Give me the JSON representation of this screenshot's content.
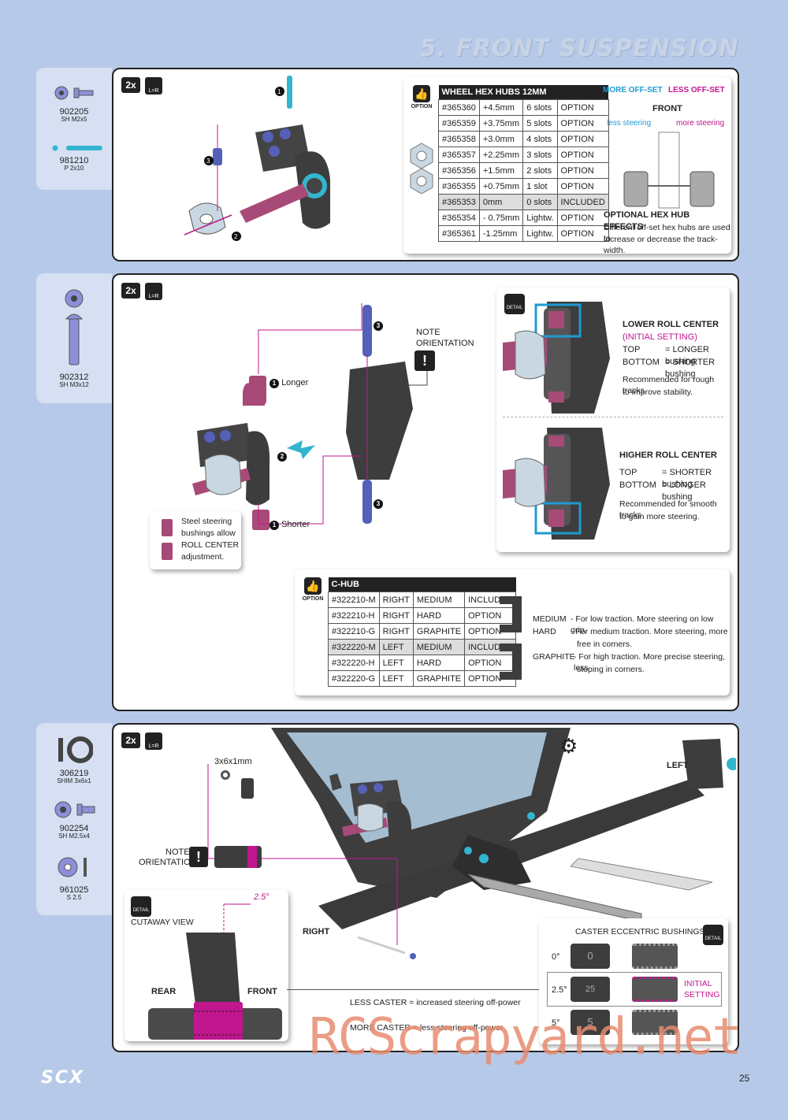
{
  "page_title": "5. FRONT SUSPENSION",
  "page_number": "25",
  "footer_logo": "SCX",
  "watermark": "RCScrapyard.net",
  "step_badge": "2x",
  "lr_badge": "L=R",
  "option_label": "OPTION",
  "detail_label": "DETAIL",
  "sidebar1": [
    {
      "code": "902205",
      "desc": "SH M2x5"
    },
    {
      "code": "981210",
      "desc": "P 2x10"
    }
  ],
  "sidebar2": [
    {
      "code": "902312",
      "desc": "SH M3x12"
    }
  ],
  "sidebar3": [
    {
      "code": "306219",
      "desc": "SHIM 3x6x1"
    },
    {
      "code": "902254",
      "desc": "SH M2.5x4"
    },
    {
      "code": "961025",
      "desc": "S 2.5"
    }
  ],
  "hex_table": {
    "title": "WHEEL HEX HUBS 12MM",
    "rows": [
      [
        "#365360",
        "+4.5mm",
        "6 slots",
        "OPTION"
      ],
      [
        "#365359",
        "+3.75mm",
        "5 slots",
        "OPTION"
      ],
      [
        "#365358",
        "+3.0mm",
        "4 slots",
        "OPTION"
      ],
      [
        "#365357",
        "+2.25mm",
        "3 slots",
        "OPTION"
      ],
      [
        "#365356",
        "+1.5mm",
        "2 slots",
        "OPTION"
      ],
      [
        "#365355",
        "+0.75mm",
        "1 slot",
        "OPTION"
      ],
      [
        "#365353",
        "0mm",
        "0 slots",
        "INCLUDED"
      ],
      [
        "#365354",
        "- 0.75mm",
        "Lightw.",
        "OPTION"
      ],
      [
        "#365361",
        "-1.25mm",
        "Lightw.",
        "OPTION"
      ]
    ]
  },
  "offset": {
    "more": "MORE OFF-SET",
    "less": "LESS OFF-SET",
    "front": "FRONT",
    "less_steering": "less steering",
    "more_steering": "more steering",
    "effects_title": "OPTIONAL HEX HUB EFFECTS",
    "effects_text1": "Different off-set hex hubs are used to",
    "effects_text2": "increase or decrease the track-width."
  },
  "step1_nums": [
    "1",
    "2",
    "3"
  ],
  "step2": {
    "note1": "NOTE",
    "note2": "ORIENTATION",
    "longer": "Longer",
    "shorter": "Shorter",
    "num1": "1",
    "num2": "2",
    "num3": "3",
    "steel1": "Steel steering",
    "steel2": "bushings allow",
    "steel3": "ROLL CENTER",
    "steel4": "adjustment."
  },
  "roll_low": {
    "title": "LOWER ROLL CENTER",
    "sub": "(INITIAL SETTING)",
    "top_k": "TOP",
    "top_v": "= LONGER bushing",
    "bot_k": "BOTTOM",
    "bot_v": "= SHORTER bushing",
    "rec1": "Recommended for rough tracks",
    "rec2": "to improve stability."
  },
  "roll_high": {
    "title": "HIGHER ROLL CENTER",
    "top_k": "TOP",
    "top_v": "= SHORTER bushing",
    "bot_k": "BOTTOM",
    "bot_v": "= LONGER bushing",
    "rec1": "Recommended for smooth tracks",
    "rec2": "to gain more steering."
  },
  "chub_table": {
    "title": "C-HUB",
    "rows": [
      [
        "#322210-M",
        "RIGHT",
        "MEDIUM",
        "INCLUDED"
      ],
      [
        "#322210-H",
        "RIGHT",
        "HARD",
        "OPTION"
      ],
      [
        "#322210-G",
        "RIGHT",
        "GRAPHITE",
        "OPTION"
      ],
      [
        "#322220-M",
        "LEFT",
        "MEDIUM",
        "INCLUDED"
      ],
      [
        "#322220-H",
        "LEFT",
        "HARD",
        "OPTION"
      ],
      [
        "#322220-G",
        "LEFT",
        "GRAPHITE",
        "OPTION"
      ]
    ]
  },
  "chub_desc": {
    "medium_k": "MEDIUM",
    "medium_v": "- For low traction. More steering on low grip.",
    "hard_k": "HARD",
    "hard_v1": "- For medium traction. More steering, more",
    "hard_v2": "free in corners.",
    "graphite_k": "GRAPHITE",
    "graphite_v1": "- For high traction. More precise steering, less",
    "graphite_v2": "stoping in corners."
  },
  "step3": {
    "shim": "3x6x1mm",
    "note1": "NOTE",
    "note2": "ORIENTATION",
    "left": "LEFT",
    "right": "RIGHT",
    "cutaway": "CUTAWAY VIEW",
    "angle": "2.5°",
    "rear": "REAR",
    "front": "FRONT",
    "less_caster": "LESS CASTER = increased steering off-power",
    "more_caster": "MORE CASTER = less steering off-power",
    "caster_title": "CASTER ECCENTRIC BUSHINGS",
    "deg0": "0°",
    "deg25": "2.5°",
    "deg5": "5°",
    "init1": "INITIAL",
    "init2": "SETTING",
    "bush0": "0",
    "bush25": "25",
    "bush5": "5"
  }
}
